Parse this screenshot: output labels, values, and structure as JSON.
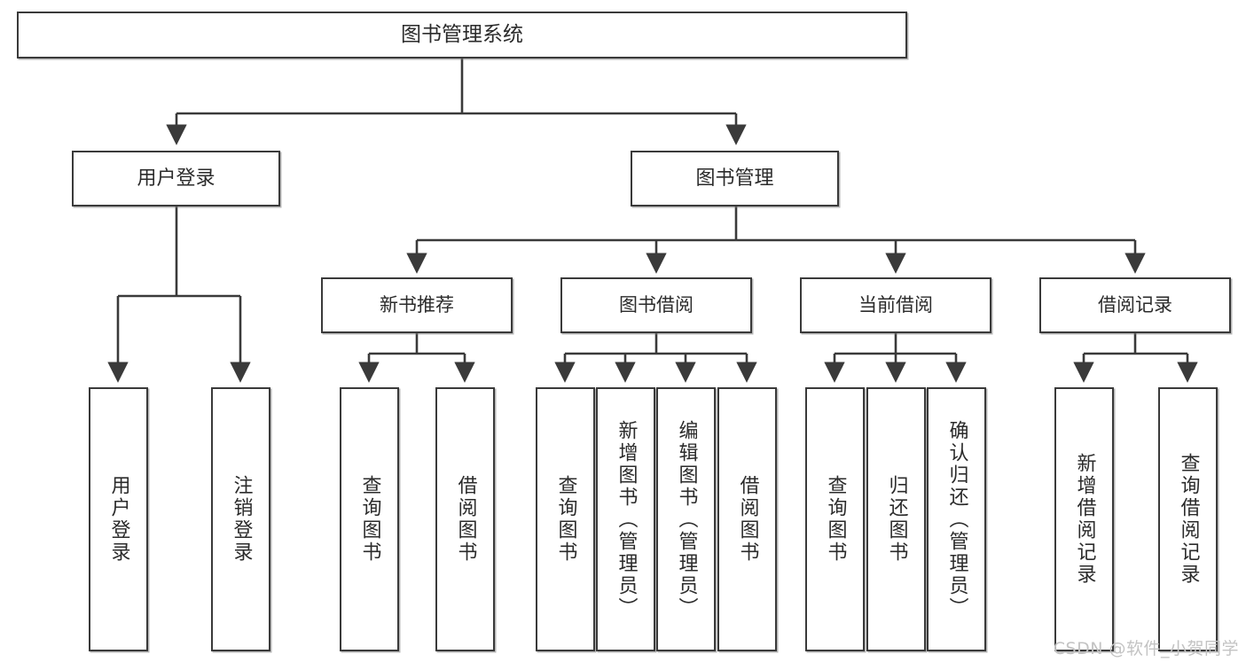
{
  "diagram": {
    "type": "tree-hierarchy",
    "title": "图书管理系统",
    "watermark": "CSDN @软件_小贺同学",
    "colors": {
      "box_border": "#3a3a3a",
      "box_fill": "#ffffff",
      "connector": "#3a3a3a",
      "text": "#2b2b2b",
      "watermark": "#c3c3c3",
      "background": "#ffffff"
    },
    "root": {
      "label": "图书管理系统"
    },
    "level1": [
      {
        "label": "用户登录"
      },
      {
        "label": "图书管理"
      }
    ],
    "level2": [
      {
        "label": "新书推荐"
      },
      {
        "label": "图书借阅"
      },
      {
        "label": "当前借阅"
      },
      {
        "label": "借阅记录"
      }
    ],
    "leaves": {
      "user_login": [
        {
          "label": "用户登录"
        },
        {
          "label": "注销登录"
        }
      ],
      "new_book_recommend": [
        {
          "label": "查询图书"
        },
        {
          "label": "借阅图书"
        }
      ],
      "book_borrow": [
        {
          "label": "查询图书"
        },
        {
          "label": "新增图书（管理员）"
        },
        {
          "label": "编辑图书（管理员）"
        },
        {
          "label": "借阅图书"
        }
      ],
      "current_borrow": [
        {
          "label": "查询图书"
        },
        {
          "label": "归还图书"
        },
        {
          "label": "确认归还（管理员）"
        }
      ],
      "borrow_record": [
        {
          "label": "新增借阅记录"
        },
        {
          "label": "查询借阅记录"
        }
      ]
    }
  }
}
